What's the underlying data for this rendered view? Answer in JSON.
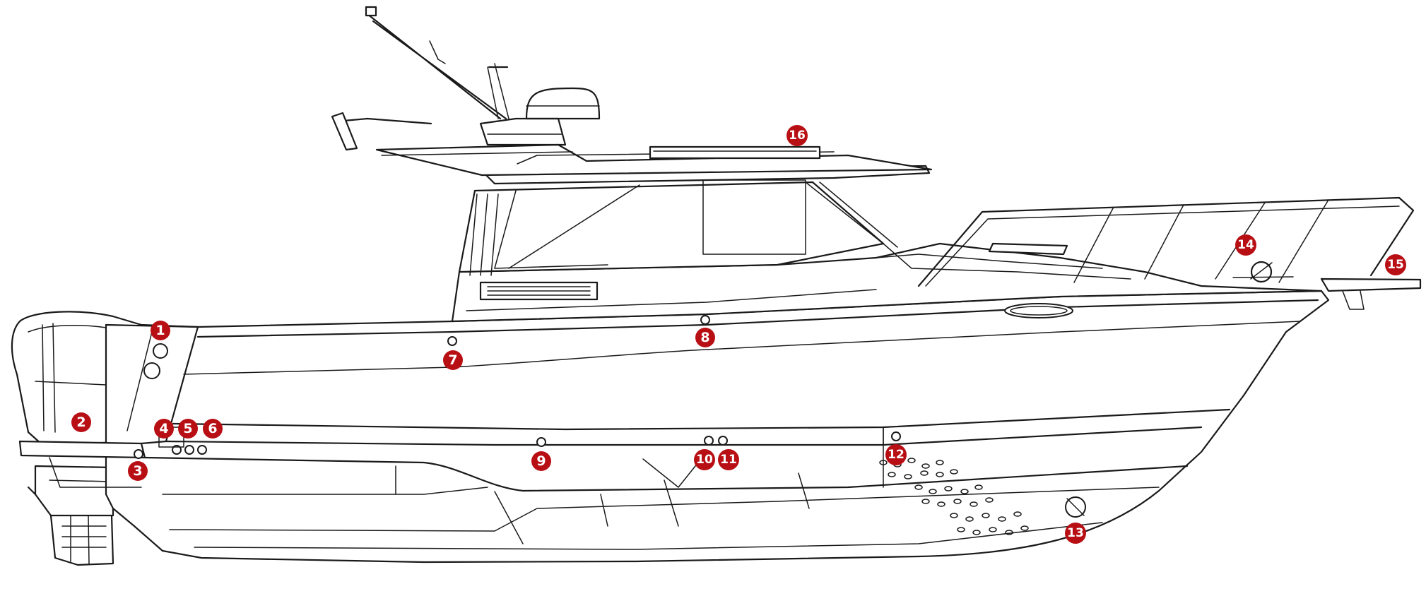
{
  "diagram": {
    "callouts": [
      "1",
      "2",
      "3",
      "4",
      "5",
      "6",
      "7",
      "8",
      "9",
      "10",
      "11",
      "12",
      "13",
      "14",
      "15",
      "16"
    ]
  },
  "colors": {
    "badge": "#b80f14",
    "line": "#1a1a1a",
    "background": "#ffffff"
  }
}
